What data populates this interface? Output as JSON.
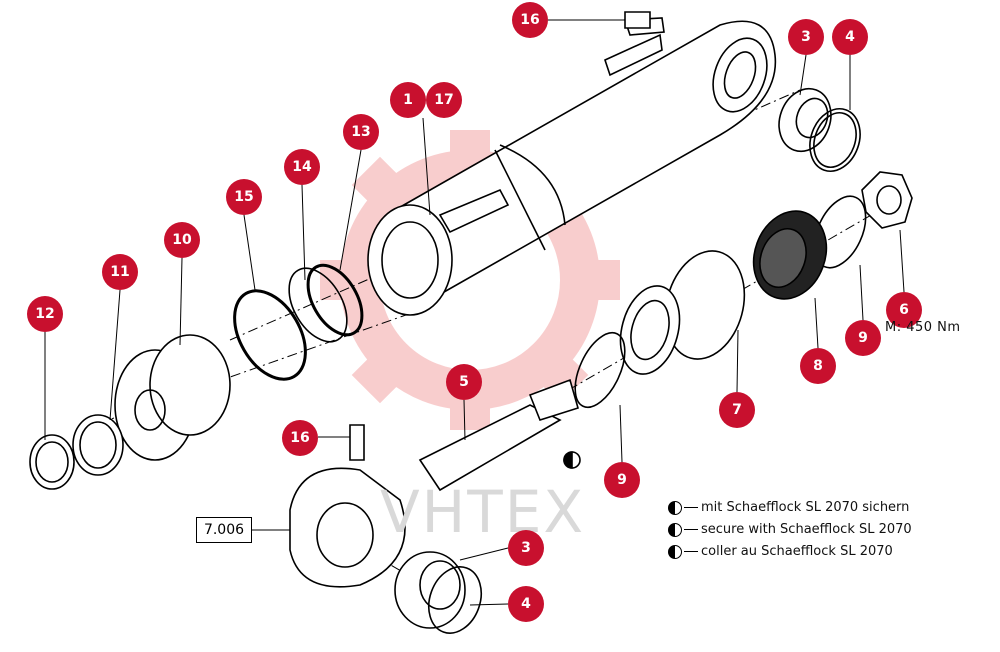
{
  "watermark": {
    "text": "VHTEX",
    "gear_color": "#f4a6a6"
  },
  "accent_color": "#c8102e",
  "reference_box": {
    "label": "7.006"
  },
  "torque_note": {
    "text": "M: 450 Nm"
  },
  "callouts": [
    {
      "id": "c16a",
      "label": "16"
    },
    {
      "id": "c3a",
      "label": "3"
    },
    {
      "id": "c4a",
      "label": "4"
    },
    {
      "id": "c1",
      "label": "1"
    },
    {
      "id": "c17",
      "label": "17"
    },
    {
      "id": "c13",
      "label": "13"
    },
    {
      "id": "c14",
      "label": "14"
    },
    {
      "id": "c15",
      "label": "15"
    },
    {
      "id": "c10",
      "label": "10"
    },
    {
      "id": "c11",
      "label": "11"
    },
    {
      "id": "c12",
      "label": "12"
    },
    {
      "id": "c5",
      "label": "5"
    },
    {
      "id": "c16b",
      "label": "16"
    },
    {
      "id": "c9a",
      "label": "9"
    },
    {
      "id": "c7",
      "label": "7"
    },
    {
      "id": "c8",
      "label": "8"
    },
    {
      "id": "c9b",
      "label": "9"
    },
    {
      "id": "c6",
      "label": "6"
    },
    {
      "id": "c3b",
      "label": "3"
    },
    {
      "id": "c4b",
      "label": "4"
    }
  ],
  "legend": [
    {
      "text": "mit Schaefflock SL 2070 sichern",
      "icon": "half-circle-icon"
    },
    {
      "text": "secure with Schaefflock SL 2070",
      "icon": "half-circle-icon"
    },
    {
      "text": "coller au Schaefflock SL 2070",
      "icon": "half-circle-icon"
    }
  ]
}
